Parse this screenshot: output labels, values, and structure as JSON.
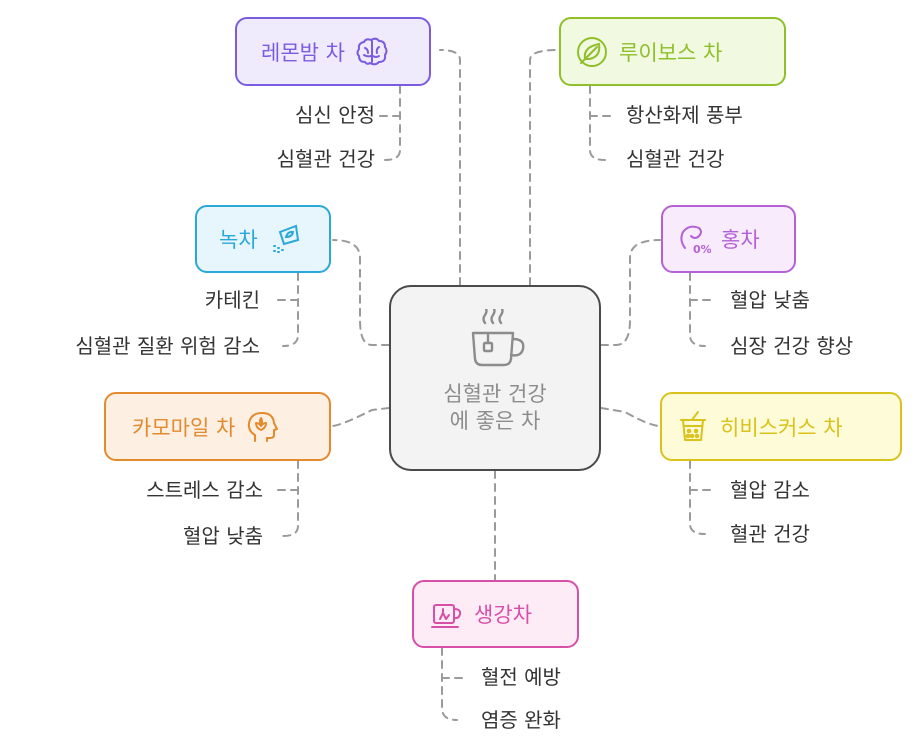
{
  "center": {
    "line1": "심혈관 건강",
    "line2": "에 좋은 차"
  },
  "teas": [
    {
      "label": "레몬밤 차",
      "icon": "brain-icon",
      "color": "#7b5ce0",
      "fill": "#efebfd",
      "benefits": [
        "심신 안정",
        "심혈관 건강"
      ]
    },
    {
      "label": "루이보스 차",
      "icon": "leaf-icon",
      "color": "#8fbf2a",
      "fill": "#f2f9e1",
      "benefits": [
        "항산화제 풍부",
        "심혈관 건강"
      ]
    },
    {
      "label": "녹차",
      "icon": "tea-bag-icon",
      "color": "#2aa8d8",
      "fill": "#e6f6fc",
      "benefits": [
        "카테킨",
        "심혈관 질환 위험 감소"
      ]
    },
    {
      "label": "홍차",
      "icon": "zero-percent-icon",
      "color": "#b461d6",
      "fill": "#f7ebfc",
      "benefits": [
        "혈압 낮춤",
        "심장 건강 향상"
      ]
    },
    {
      "label": "카모마일 차",
      "icon": "mind-flower-icon",
      "color": "#e38a2e",
      "fill": "#fdf0e3",
      "benefits": [
        "스트레스 감소",
        "혈압 낮춤"
      ]
    },
    {
      "label": "히비스커스 차",
      "icon": "bubble-tea-icon",
      "color": "#d9c21b",
      "fill": "#fefbd9",
      "benefits": [
        "혈압 감소",
        "혈관 건강"
      ]
    },
    {
      "label": "생강차",
      "icon": "ginger-cup-icon",
      "color": "#d84fa8",
      "fill": "#fdebf6",
      "benefits": [
        "혈전 예방",
        "염증 완화"
      ]
    }
  ]
}
